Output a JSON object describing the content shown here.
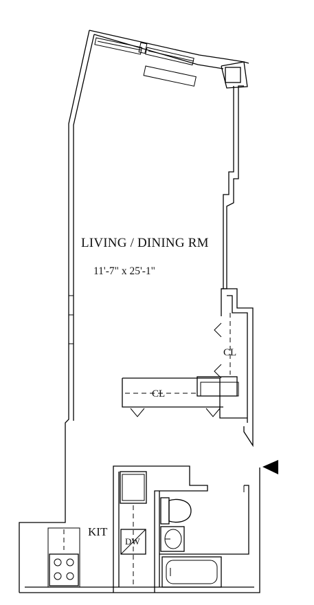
{
  "rooms": {
    "living": {
      "name": "LIVING / DINING RM",
      "dimensions": "11'-7\" x 25'-1\""
    },
    "closet_right": {
      "label": "CL"
    },
    "closet_left": {
      "label": "CL"
    },
    "kitchen": {
      "label": "KIT"
    },
    "dishwasher": {
      "label": "DW"
    }
  },
  "icons": {
    "entry": "entry-arrow-icon",
    "stove": "stove-icon",
    "toilet": "toilet-icon",
    "sink": "sink-icon",
    "bathtub": "bathtub-icon"
  },
  "colors": {
    "line": "#000000",
    "background": "#ffffff"
  }
}
